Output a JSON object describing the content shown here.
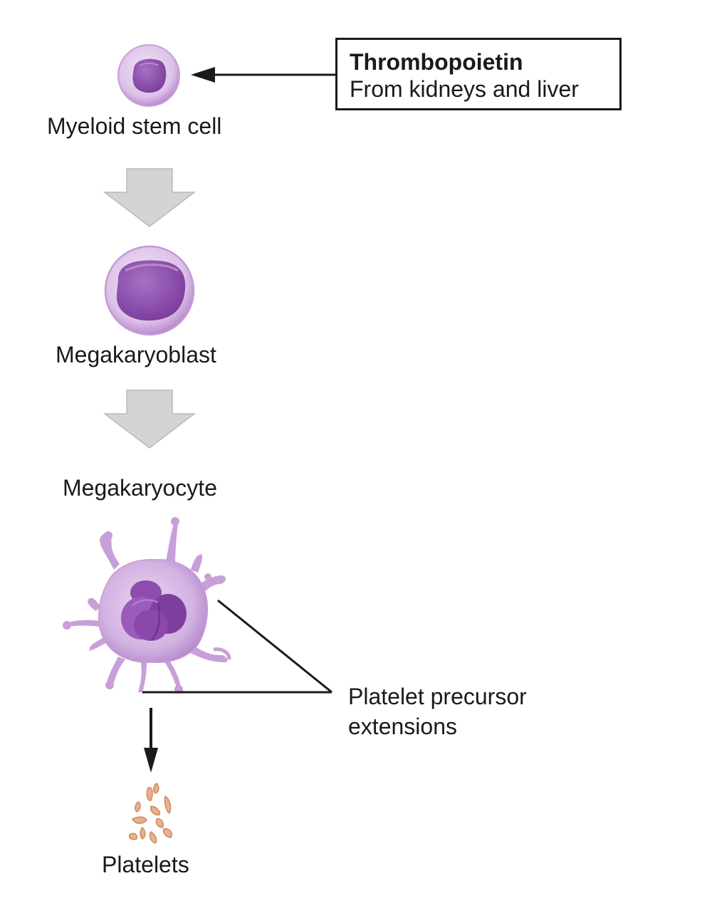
{
  "hormone_box": {
    "title": "Thrombopoietin",
    "source": "From kidneys and liver"
  },
  "stages": {
    "stem_cell": "Myeloid stem cell",
    "megakaryoblast": "Megakaryoblast",
    "megakaryocyte": "Megakaryocyte",
    "platelets": "Platelets"
  },
  "callout": {
    "line1": "Platelet precursor",
    "line2": "extensions"
  },
  "colors": {
    "cell_membrane": "#c9a4d8",
    "cell_fill": "#e6d3ef",
    "nucleus": "#8e4fae",
    "nucleus_dark": "#6f3390",
    "arrow_gray": "#d3d4d5",
    "platelet": "#e3a07a"
  }
}
